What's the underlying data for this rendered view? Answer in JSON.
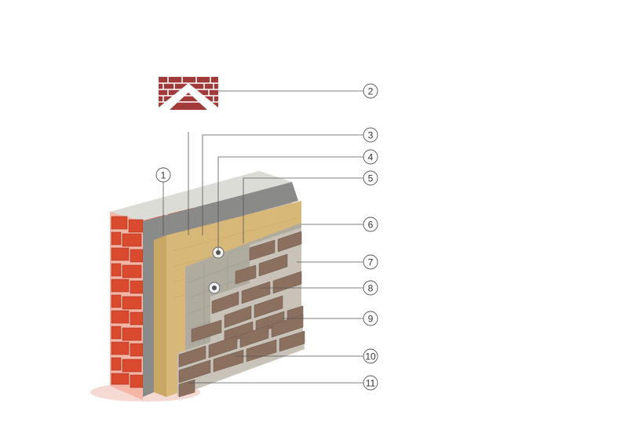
{
  "diagram": {
    "colors": {
      "brick_red": "#d94a2e",
      "brick_red_dark": "#a93520",
      "mortar": "#f4b6a6",
      "wall_top": "#c9c9c4",
      "adhesive_gray": "#8a8a88",
      "insulation": "#d8b878",
      "mesh_gray": "#a8a8a6",
      "facing_brick": "#8b7060",
      "facing_mortar": "#c8c2b8",
      "leader": "#555555",
      "logo_red": "#a23a3a"
    },
    "callouts": [
      {
        "id": "1",
        "label": "1"
      },
      {
        "id": "2",
        "label": "2"
      },
      {
        "id": "3",
        "label": "3"
      },
      {
        "id": "4",
        "label": "4"
      },
      {
        "id": "5",
        "label": "5"
      },
      {
        "id": "6",
        "label": "6"
      },
      {
        "id": "7",
        "label": "7"
      },
      {
        "id": "8",
        "label": "8"
      },
      {
        "id": "9",
        "label": "9"
      },
      {
        "id": "10",
        "label": "10"
      },
      {
        "id": "11",
        "label": "11"
      }
    ]
  }
}
